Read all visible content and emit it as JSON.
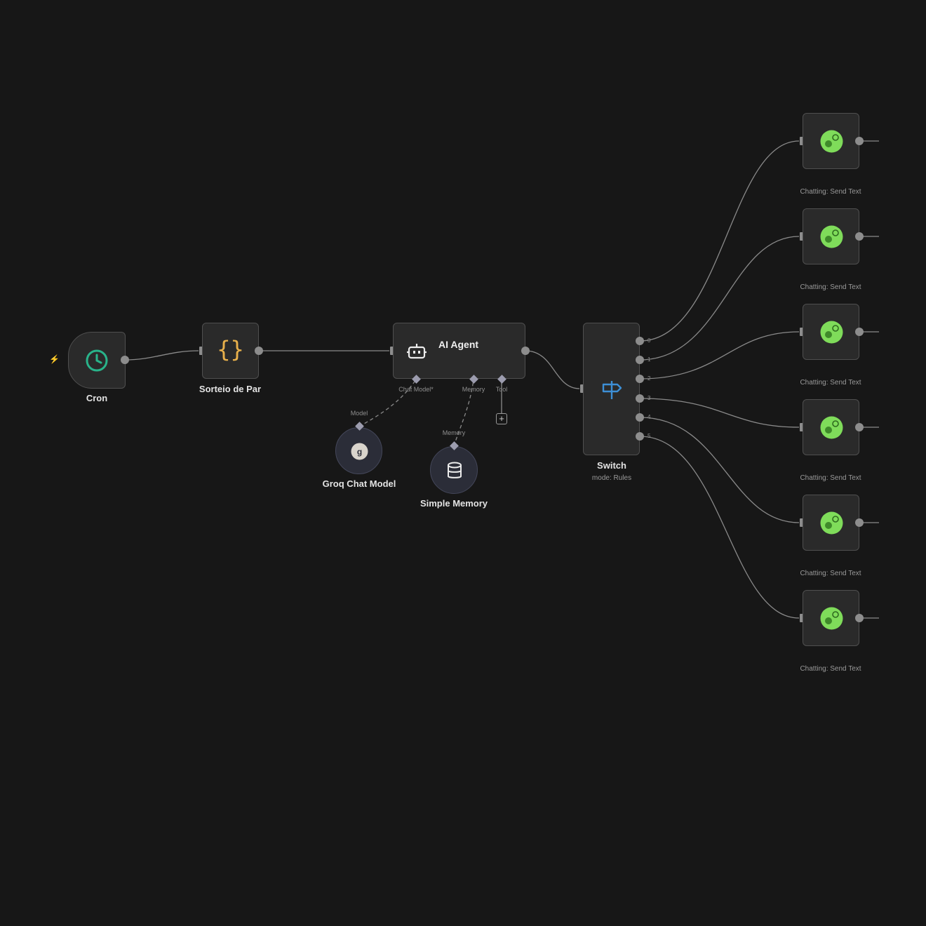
{
  "nodes": {
    "cron": {
      "label": "Cron"
    },
    "code": {
      "label": "Sorteio de Par",
      "icon": "{}"
    },
    "agent": {
      "label": "AI Agent",
      "ports": {
        "chat_model": "Chat Model*",
        "memory": "Memory",
        "tool": "Tool"
      }
    },
    "groq": {
      "label": "Groq Chat Model",
      "port": "Model"
    },
    "memory": {
      "label": "Simple Memory",
      "port": "Memory"
    },
    "switch": {
      "label": "Switch",
      "subtitle": "mode: Rules",
      "outputs": [
        "0",
        "1",
        "2",
        "3",
        "4",
        "5"
      ]
    },
    "chatting": [
      {
        "label": "Chatting: Send Text"
      },
      {
        "label": "Chatting: Send Text"
      },
      {
        "label": "Chatting: Send Text"
      },
      {
        "label": "Chatting: Send Text"
      },
      {
        "label": "Chatting: Send Text"
      },
      {
        "label": "Chatting: Send Text"
      }
    ]
  },
  "colors": {
    "background": "#171717",
    "node_bg": "#2a2a2a",
    "cron_icon": "#29b38a",
    "code_icon": "#e8b04b",
    "switch_icon": "#3d8fd6",
    "chatting_icon": "#7fdc5a"
  },
  "icons": {
    "cron": "clock-icon",
    "code": "braces-icon",
    "agent": "robot-icon",
    "groq": "groq-icon",
    "memory": "database-icon",
    "switch": "signpost-icon",
    "chatting": "chat-bubble-icon",
    "trigger": "lightning-icon"
  }
}
